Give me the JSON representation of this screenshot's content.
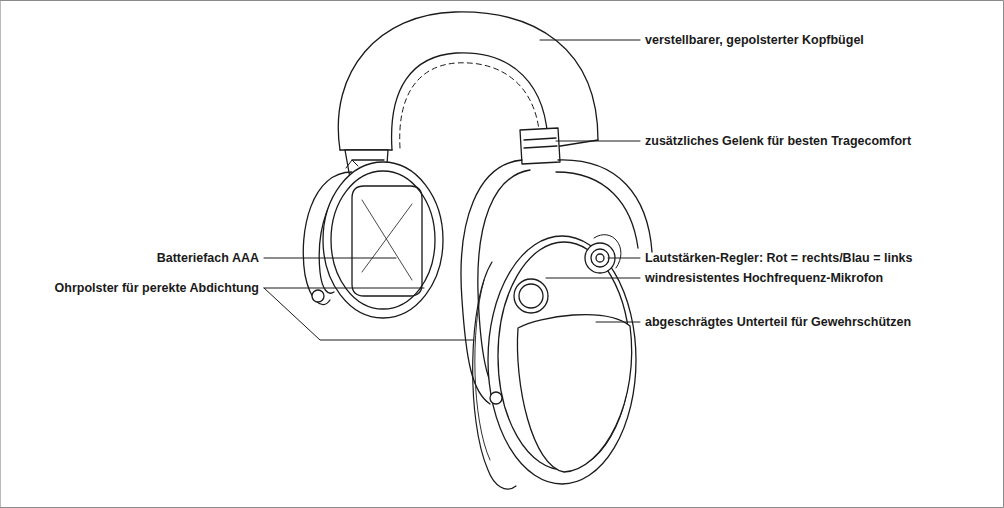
{
  "diagram": {
    "labels": [
      "verstellbarer, gepolsterter Kopfbügel",
      "zusätzliches Gelenk für besten Tragecomfort",
      "Lautstärken-Regler: Rot = rechts/Blau = links",
      "Batteriefach AAA",
      "windresistentes Hochfrequenz-Mikrofon",
      "Ohrpolster für perekte Abdichtung",
      "abgeschrägtes Unterteil für Gewehrschützen"
    ]
  }
}
